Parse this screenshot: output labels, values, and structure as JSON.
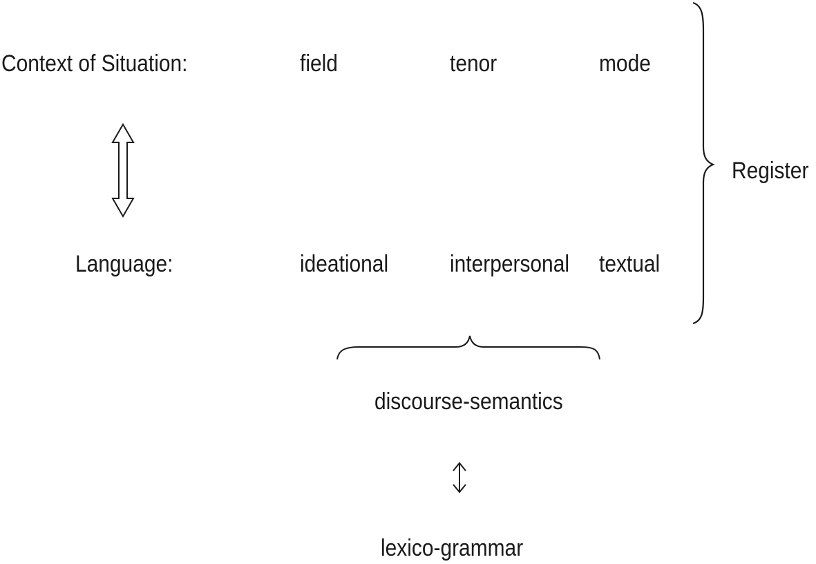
{
  "context": {
    "label": "Context of Situation:",
    "items": [
      "field",
      "tenor",
      "mode"
    ]
  },
  "language": {
    "label": "Language:",
    "items": [
      "ideational",
      "interpersonal",
      "textual"
    ]
  },
  "register": {
    "label": "Register"
  },
  "strata": {
    "upper": "discourse-semantics",
    "lower": "lexico-grammar"
  }
}
